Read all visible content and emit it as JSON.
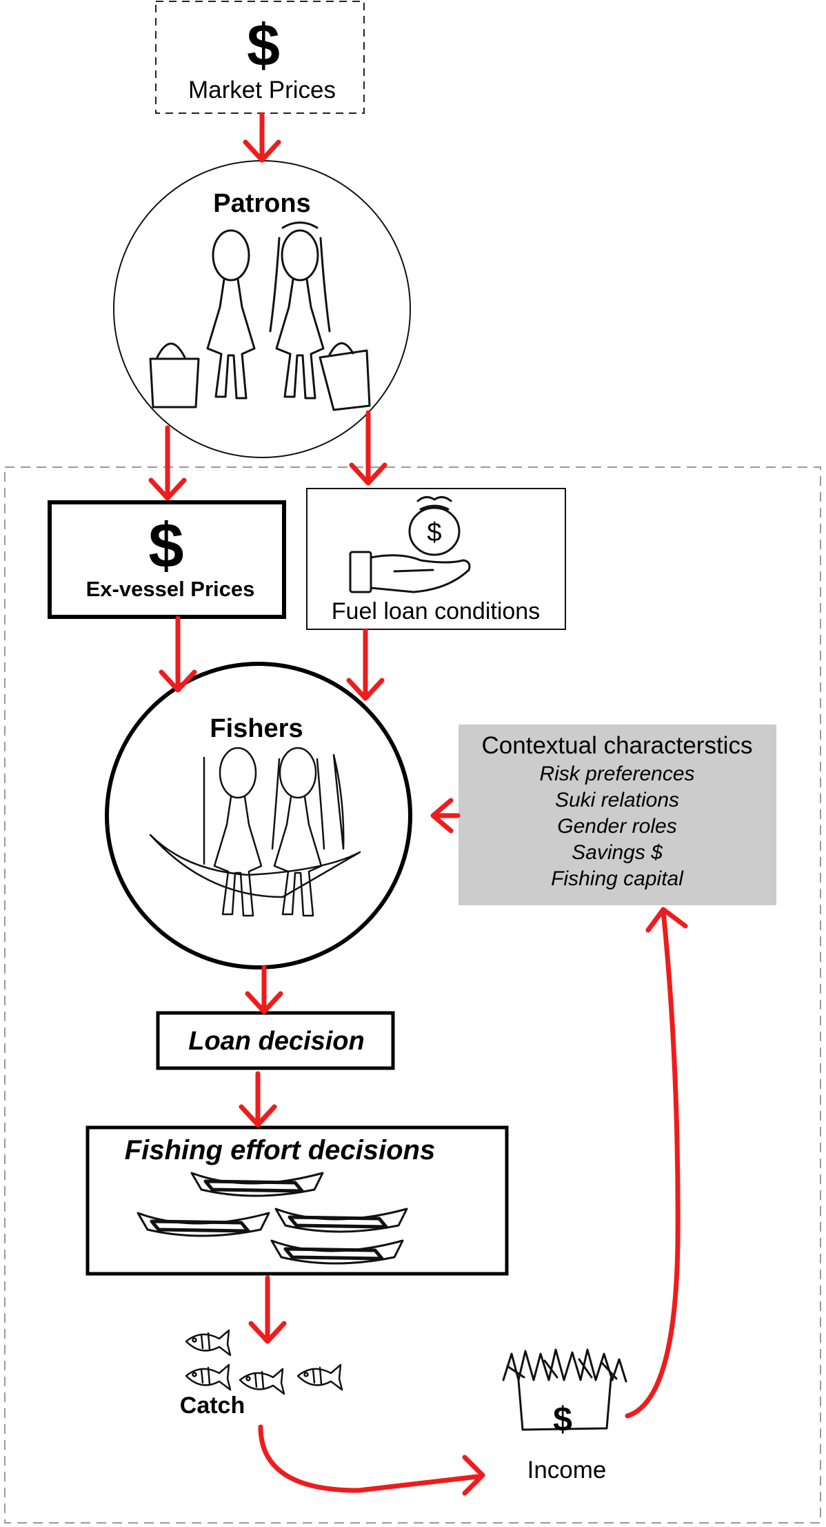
{
  "colors": {
    "arrow": "#ee1c1c",
    "context_box": "#cccccc",
    "outline": "#000000",
    "dashed": "#999999"
  },
  "market": {
    "symbol": "$",
    "label": "Market Prices",
    "icon": "dollar-icon"
  },
  "patrons": {
    "label": "Patrons",
    "icon": "two-people-with-baskets-sketch"
  },
  "ex_vessel": {
    "symbol": "$",
    "label": "Ex-vessel Prices",
    "icon": "dollar-icon"
  },
  "fuel_loan": {
    "symbol": "$",
    "label": "Fuel loan conditions",
    "icon": "hand-with-money-bag-icon"
  },
  "fishers": {
    "label": "Fishers",
    "icon": "two-people-in-boat-sketch"
  },
  "context": {
    "title": "Contextual characterstics",
    "items": [
      "Risk preferences",
      "Suki relations",
      "Gender roles",
      "Savings $",
      "Fishing capital"
    ]
  },
  "loan_decision": {
    "label": "Loan decision"
  },
  "fishing_effort": {
    "label": "Fishing effort decisions",
    "icon": "boats-sketch"
  },
  "catch": {
    "label": "Catch",
    "icon": "fish-sketch"
  },
  "income": {
    "symbol": "$",
    "label": "Income",
    "icon": "thatched-hut-sketch"
  }
}
